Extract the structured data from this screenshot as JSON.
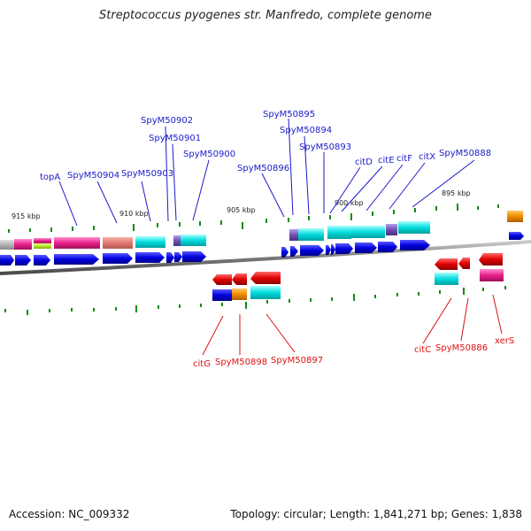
{
  "title": "Streptococcus pyogenes str. Manfredo, complete genome",
  "footer": {
    "accession": "Accession: NC_009332",
    "summary": "Topology: circular; Length: 1,841,271 bp; Genes: 1,838"
  },
  "kbp_labels": [
    "915 kbp",
    "910 kbp",
    "905 kbp",
    "900 kbp",
    "895 kbp"
  ],
  "upper_gene_labels": [
    "topA",
    "SpyM50904",
    "SpyM50903",
    "SpyM50902",
    "SpyM50901",
    "SpyM50900",
    "SpyM50896",
    "SpyM50895",
    "SpyM50894",
    "SpyM50893",
    "citD",
    "citE",
    "citF",
    "citX",
    "SpyM50888"
  ],
  "lower_gene_labels": [
    "citG",
    "SpyM50898",
    "SpyM50897",
    "citC",
    "SpyM50886",
    "xerS"
  ],
  "colors": {
    "forward_strand": "#0000e0",
    "reverse_strand": "#e00000",
    "cyan_feature": "#00d8d8",
    "pink_feature": "#e8208a",
    "orange_feature": "#ee8c00",
    "purple_feature": "#7050b0",
    "tick": "#138a13",
    "backbone": "#7a7a7a"
  }
}
